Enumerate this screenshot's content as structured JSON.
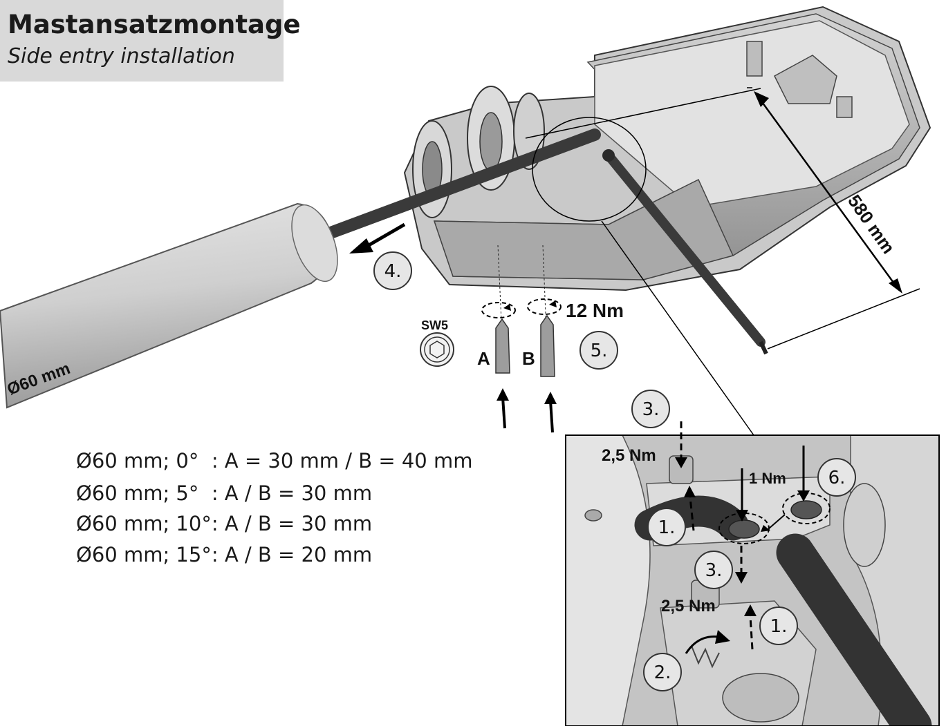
{
  "title": {
    "german": "Mastansatzmontage",
    "english": "Side entry installation"
  },
  "labels": {
    "diameter": "Ø60 mm",
    "length": "580 mm",
    "torque_main": "12 Nm",
    "wrench": "SW5",
    "screw_a": "A",
    "screw_b": "B",
    "torque_detail_left": "2,5 Nm",
    "torque_detail_mid": "1 Nm",
    "torque_detail_lower": "2,5 Nm"
  },
  "steps": {
    "s4": "4.",
    "s5": "5.",
    "s3_top": "3.",
    "s6": "6.",
    "s1_left": "1.",
    "s3_mid": "3.",
    "s1_right": "1.",
    "s2": "2."
  },
  "specs": [
    "Ø60 mm; 0°  : A = 30 mm / B = 40 mm",
    "Ø60 mm; 5°  : A / B = 30 mm",
    "Ø60 mm; 10°: A / B = 30 mm",
    "Ø60 mm; 15°: A / B = 20 mm"
  ]
}
